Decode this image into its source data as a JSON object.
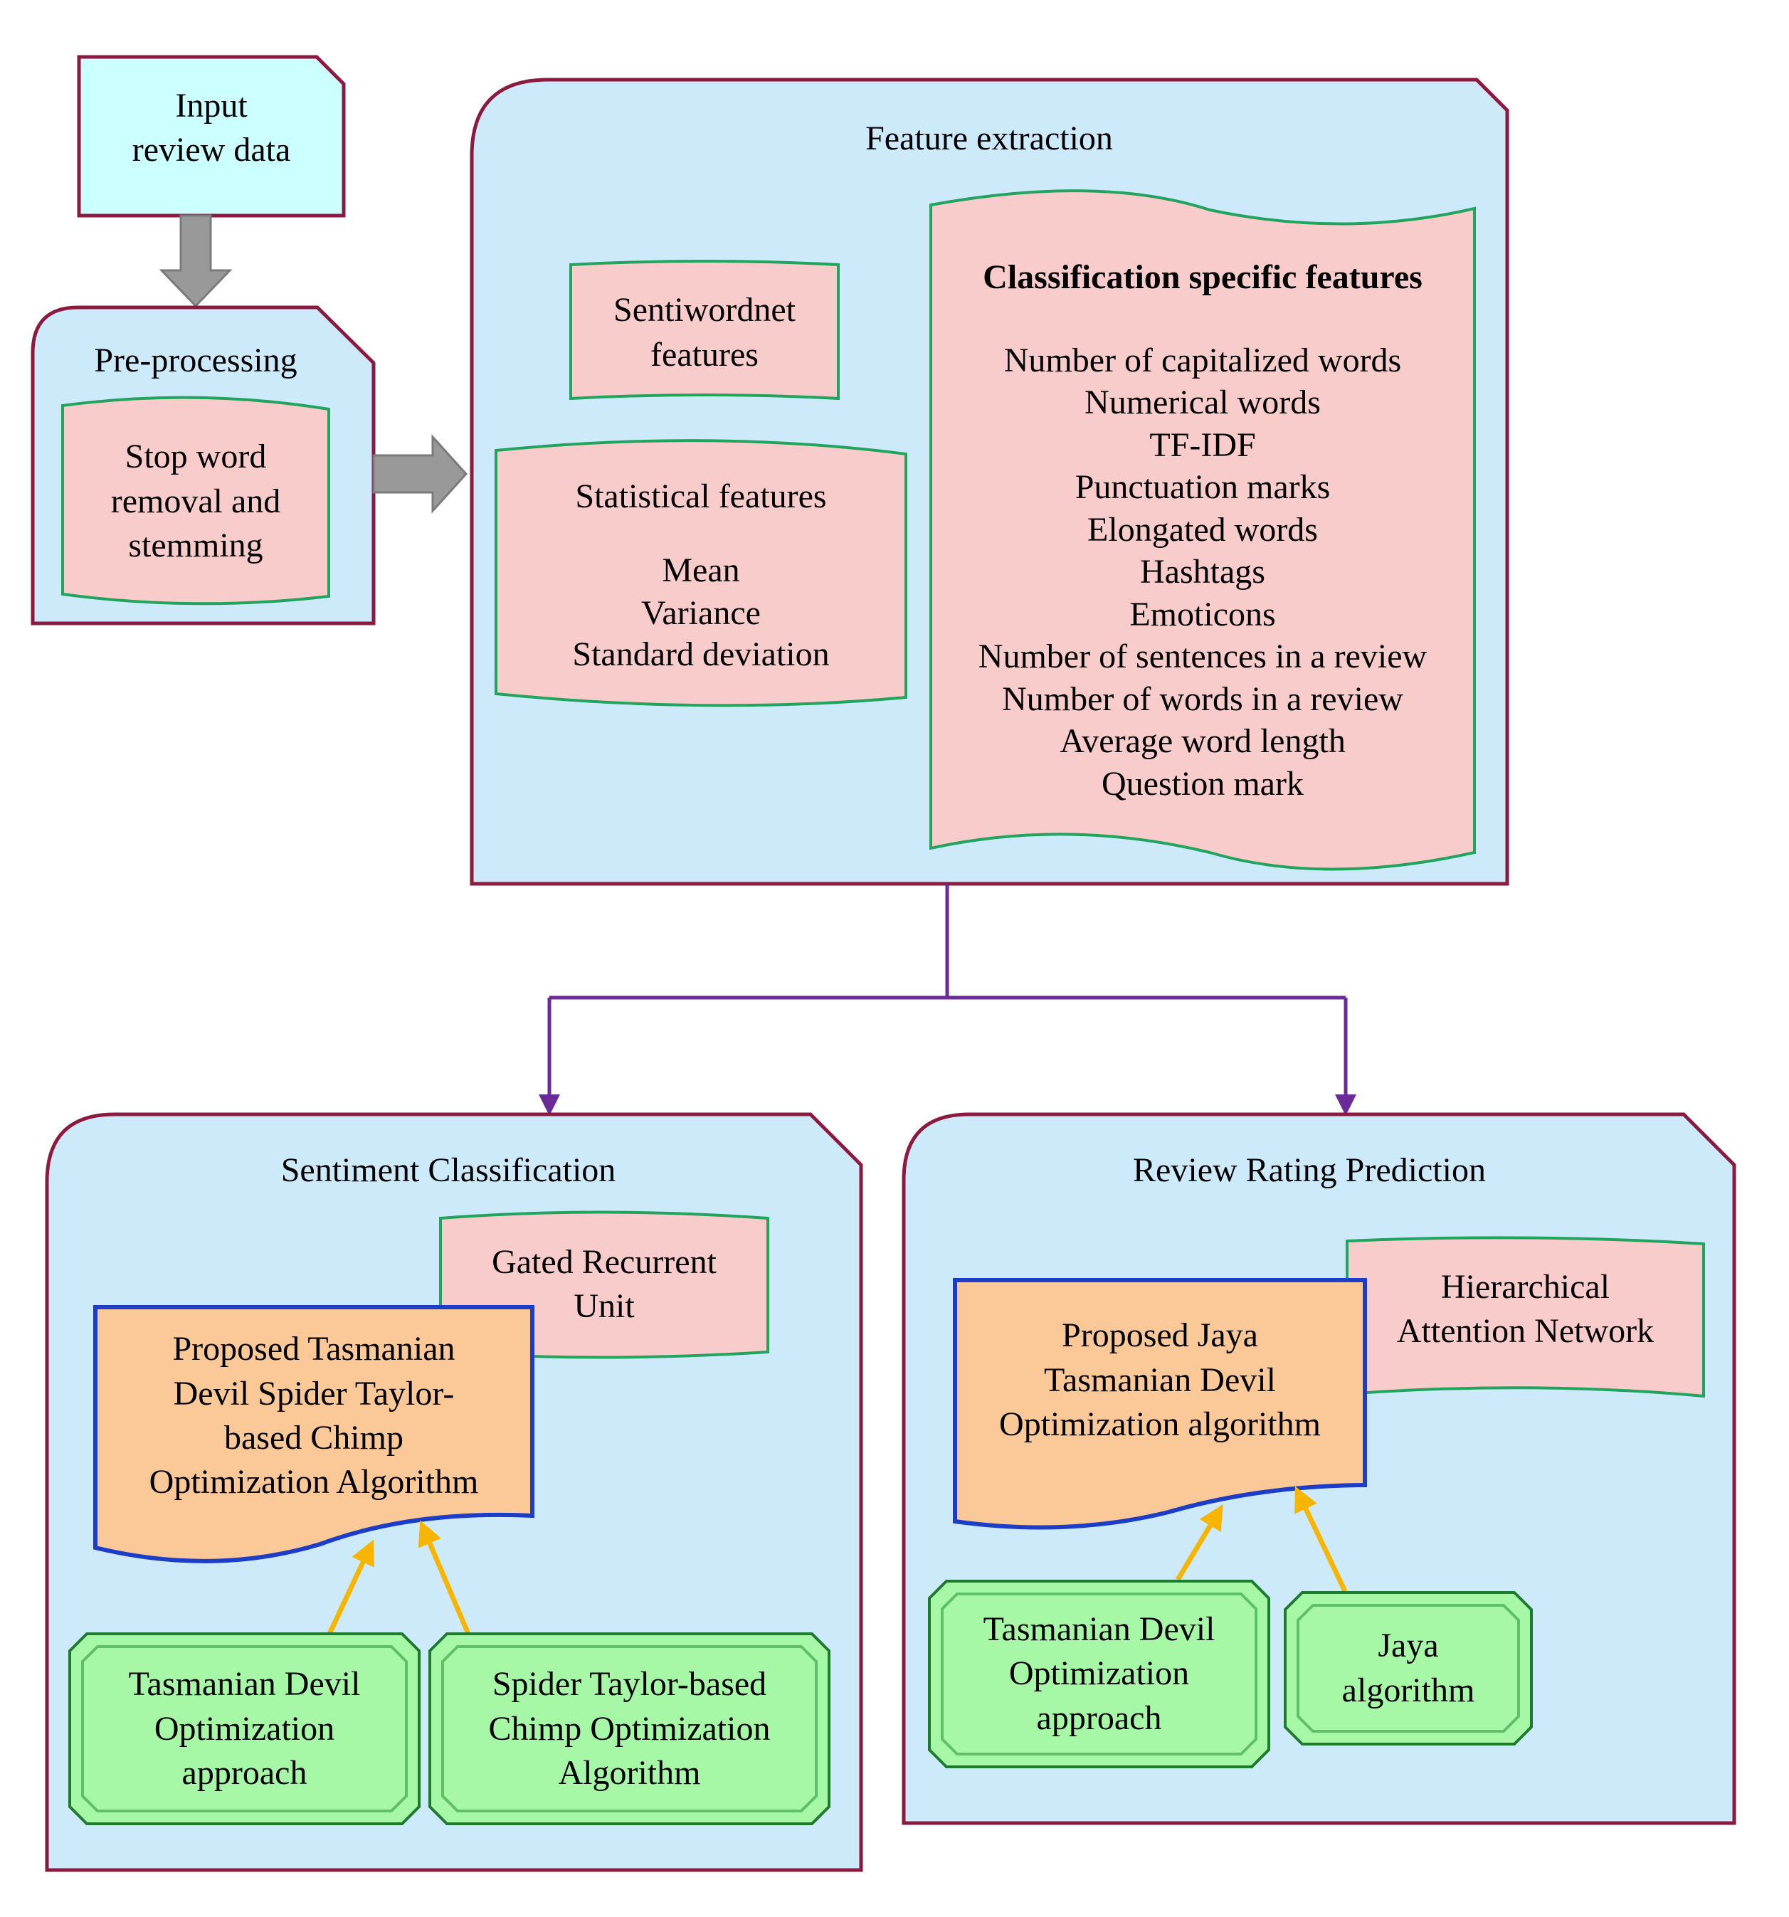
{
  "input": {
    "text": "Input\nreview data"
  },
  "preprocessing": {
    "title": "Pre-processing",
    "step": "Stop word\nremoval and\nstemming"
  },
  "feature_extraction": {
    "title": "Feature extraction",
    "sentiwordnet": "Sentiwordnet\nfeatures",
    "statistical": {
      "title": "Statistical features",
      "items": [
        "Mean",
        "Variance",
        "Standard deviation"
      ]
    },
    "classification_specific": {
      "title": "Classification specific features",
      "items": [
        "Number of capitalized words",
        "Numerical words",
        "TF-IDF",
        "Punctuation marks",
        "Elongated words",
        "Hashtags",
        "Emoticons",
        "Number of sentences in a review",
        "Number of words in a review",
        "Average word length",
        "Question mark"
      ]
    }
  },
  "sentiment": {
    "title": "Sentiment Classification",
    "model": "Gated Recurrent\nUnit",
    "proposed": "Proposed Tasmanian\nDevil Spider Taylor-\nbased Chimp\nOptimization Algorithm",
    "algo1": "Tasmanian Devil\nOptimization\napproach",
    "algo2": "Spider Taylor-based\nChimp Optimization\nAlgorithm"
  },
  "rating": {
    "title": "Review Rating Prediction",
    "model": "Hierarchical\nAttention Network",
    "proposed": "Proposed Jaya\nTasmanian Devil\nOptimization algorithm",
    "algo1": "Tasmanian Devil\nOptimization\napproach",
    "algo2": "Jaya\nalgorithm"
  },
  "colors": {
    "container_fill": "#cdeafb",
    "container_border": "#8b1a3e",
    "input_fill": "#ccffff",
    "pink_fill": "#f9cccc",
    "green_border": "#22a45e",
    "orange_fill": "#fbc898",
    "blue_border": "#1c3dc8",
    "green_bevel": "#a6f7a6",
    "purple_connector": "#6a2a9a",
    "yellow_arrow": "#f7b500",
    "gray_arrow": "#999999"
  }
}
